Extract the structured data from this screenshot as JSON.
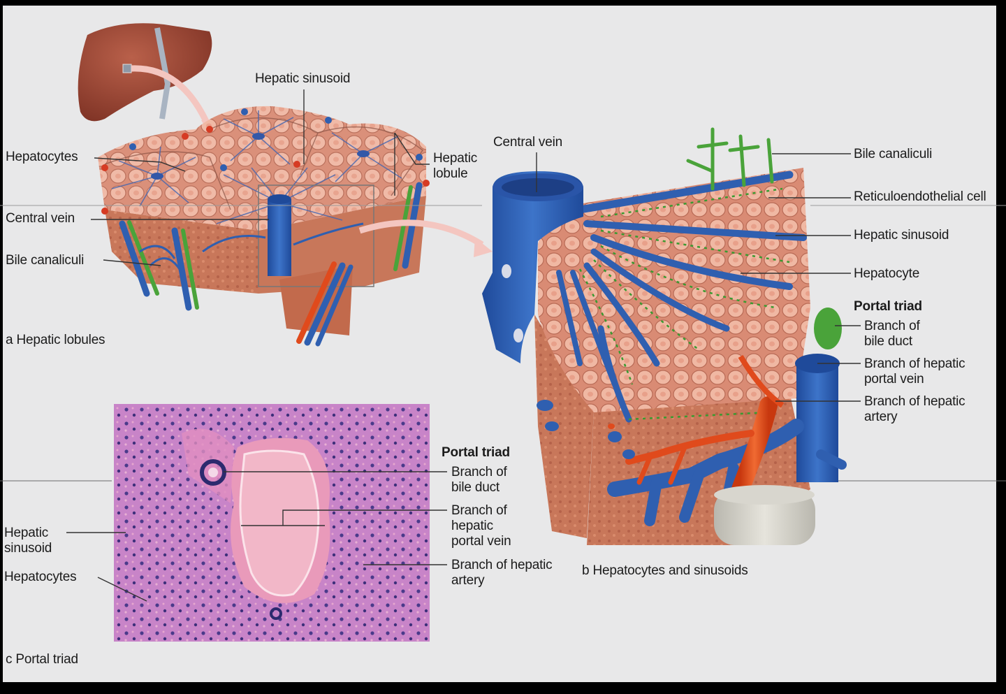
{
  "colors": {
    "background": "#e8e8e9",
    "vein": "#2f5fb0",
    "artery": "#e04a1c",
    "bile": "#4aa33a",
    "hepatocyte": "#e6a892",
    "histology": "#c77bc4"
  },
  "panel_a": {
    "caption": "a Hepatic lobules",
    "labels": {
      "hepatic_sinusoid": "Hepatic sinusoid",
      "hepatocytes": "Hepatocytes",
      "hepatic_lobule": "Hepatic lobule",
      "central_vein": "Central vein",
      "bile_canaliculi": "Bile canaliculi"
    }
  },
  "panel_b": {
    "caption": "b Hepatocytes and sinusoids",
    "labels": {
      "central_vein": "Central vein",
      "bile_canaliculi": "Bile canaliculi",
      "reticuloendothelial_cell": "Reticuloendothelial cell",
      "hepatic_sinusoid": "Hepatic sinusoid",
      "hepatocyte": "Hepatocyte",
      "portal_triad": "Portal triad",
      "branch_bile_duct": "Branch of bile duct",
      "branch_portal_vein": "Branch of hepatic portal vein",
      "branch_hepatic_artery": "Branch of hepatic artery"
    }
  },
  "panel_c": {
    "caption": "c Portal triad",
    "labels": {
      "portal_triad": "Portal triad",
      "branch_bile_duct": "Branch of bile duct",
      "branch_portal_vein": "Branch of hepatic portal vein",
      "branch_hepatic_artery": "Branch of hepatic artery",
      "hepatic_sinusoid": "Hepatic sinusoid",
      "hepatocytes": "Hepatocytes"
    }
  }
}
